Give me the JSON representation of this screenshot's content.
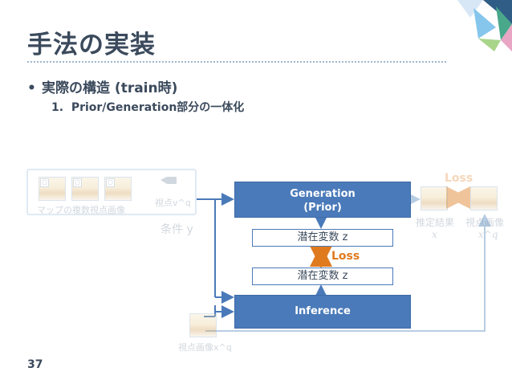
{
  "title": "手法の実装",
  "bullets": {
    "level1": "実際の構造 (train時)",
    "level2_number": "1.",
    "level2_text": "Prior/Generation部分の一体化"
  },
  "slide_number": "37",
  "diagram": {
    "map_images_label": "マップの複数視点画像",
    "viewpoint_label": "視点v^q",
    "condition_label": "条件 y",
    "generation_box": [
      "Generation",
      "(Prior)"
    ],
    "latent_top": "潜在変数 z",
    "latent_bottom": "潜在変数 z",
    "loss_center": "Loss",
    "inference_box": "Inference",
    "loss_top": "Loss",
    "estimate_label": "推定結果",
    "estimate_var": "x",
    "view_image_label": "視点画像",
    "view_image_var": "x^q",
    "bottom_view_label": "視点画像x^q"
  },
  "colors": {
    "box_blue": "#4a7ab9",
    "line_blue": "#4a7ab9",
    "loss_orange": "#e07a1e",
    "text_dark": "#3b4a5c"
  },
  "icons": {
    "camera": "camera-icon",
    "corner_logo": "triangle-decoration"
  }
}
